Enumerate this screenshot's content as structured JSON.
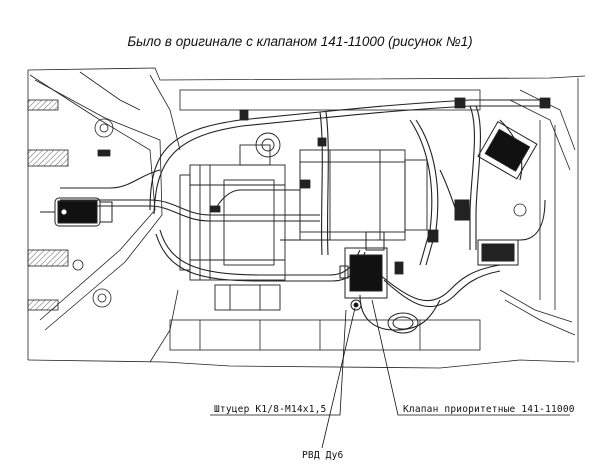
{
  "title": "Было в оригинале с клапаном 141-11000 (рисунок №1)",
  "callouts": {
    "fitting": "Штуцер К1/8-М14х1,5",
    "valve": "Клапан приоритетные 141-11000",
    "hose": "РВД Ду6"
  }
}
